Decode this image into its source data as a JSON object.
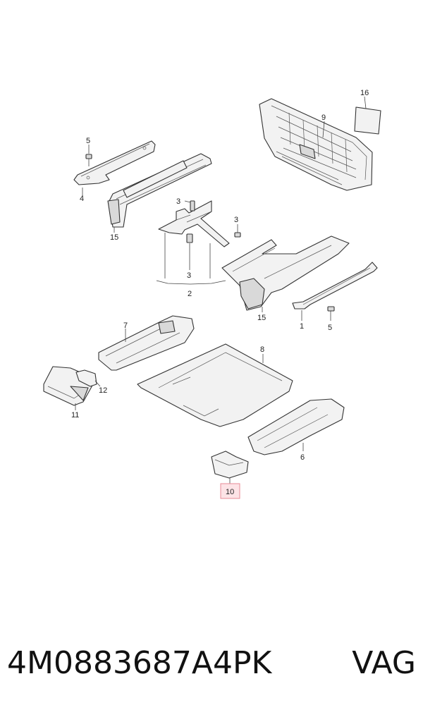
{
  "callouts": [
    {
      "id": "c16",
      "text": "16"
    },
    {
      "id": "c9",
      "text": "9"
    },
    {
      "id": "c5a",
      "text": "5"
    },
    {
      "id": "c4",
      "text": "4"
    },
    {
      "id": "c15a",
      "text": "15"
    },
    {
      "id": "c3a",
      "text": "3"
    },
    {
      "id": "c3b",
      "text": "3"
    },
    {
      "id": "c3c",
      "text": "3"
    },
    {
      "id": "c2",
      "text": "2"
    },
    {
      "id": "c15b",
      "text": "15"
    },
    {
      "id": "c1",
      "text": "1"
    },
    {
      "id": "c5b",
      "text": "5"
    },
    {
      "id": "c7",
      "text": "7"
    },
    {
      "id": "c8",
      "text": "8"
    },
    {
      "id": "c12",
      "text": "12"
    },
    {
      "id": "c11",
      "text": "11"
    },
    {
      "id": "c6",
      "text": "6"
    },
    {
      "id": "c10",
      "text": "10"
    }
  ],
  "caption": {
    "part_number": "4M0883687A4PK",
    "brand": "VAG"
  },
  "colors": {
    "highlight_fill": "#fde3e6",
    "highlight_border": "#e88b97"
  }
}
